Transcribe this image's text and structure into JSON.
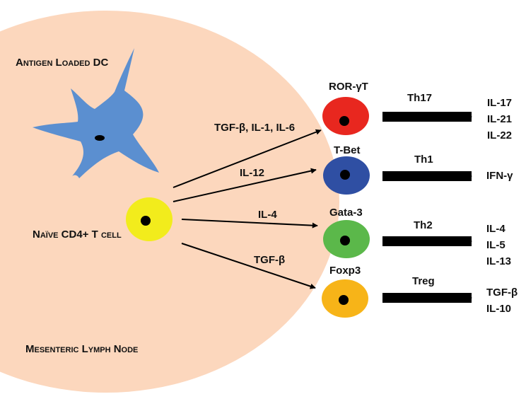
{
  "labels": {
    "antigen_dc": "Antigen Loaded DC",
    "naive_cell": "Naïve CD4+ T cell",
    "lymph_node": "Mesenteric Lymph Node"
  },
  "pathways": [
    {
      "signal": "TGF-β, IL-1, IL-6",
      "transcription_factor": "ROR-γT",
      "subset": "Th17",
      "cytokines": [
        "IL-17",
        "IL-21",
        "IL-22"
      ],
      "color": "#e8271f"
    },
    {
      "signal": "IL-12",
      "transcription_factor": "T-Bet",
      "subset": "Th1",
      "cytokines": [
        "IFN-γ"
      ],
      "color": "#2f4fa3"
    },
    {
      "signal": "IL-4",
      "transcription_factor": "Gata-3",
      "subset": "Th2",
      "cytokines": [
        "IL-4",
        "IL-5",
        "IL-13"
      ],
      "color": "#5bb84a"
    },
    {
      "signal": "TGF-β",
      "transcription_factor": "Foxp3",
      "subset": "Treg",
      "cytokines": [
        "TGF-β",
        "IL-10"
      ],
      "color": "#f7b418"
    }
  ],
  "colors": {
    "lymph_node": "#fcd7bd",
    "dendritic_cell": "#5b8fd0",
    "naive_cell": "#f2ec1c",
    "nucleus": "#000000",
    "arrows": "#000000"
  }
}
